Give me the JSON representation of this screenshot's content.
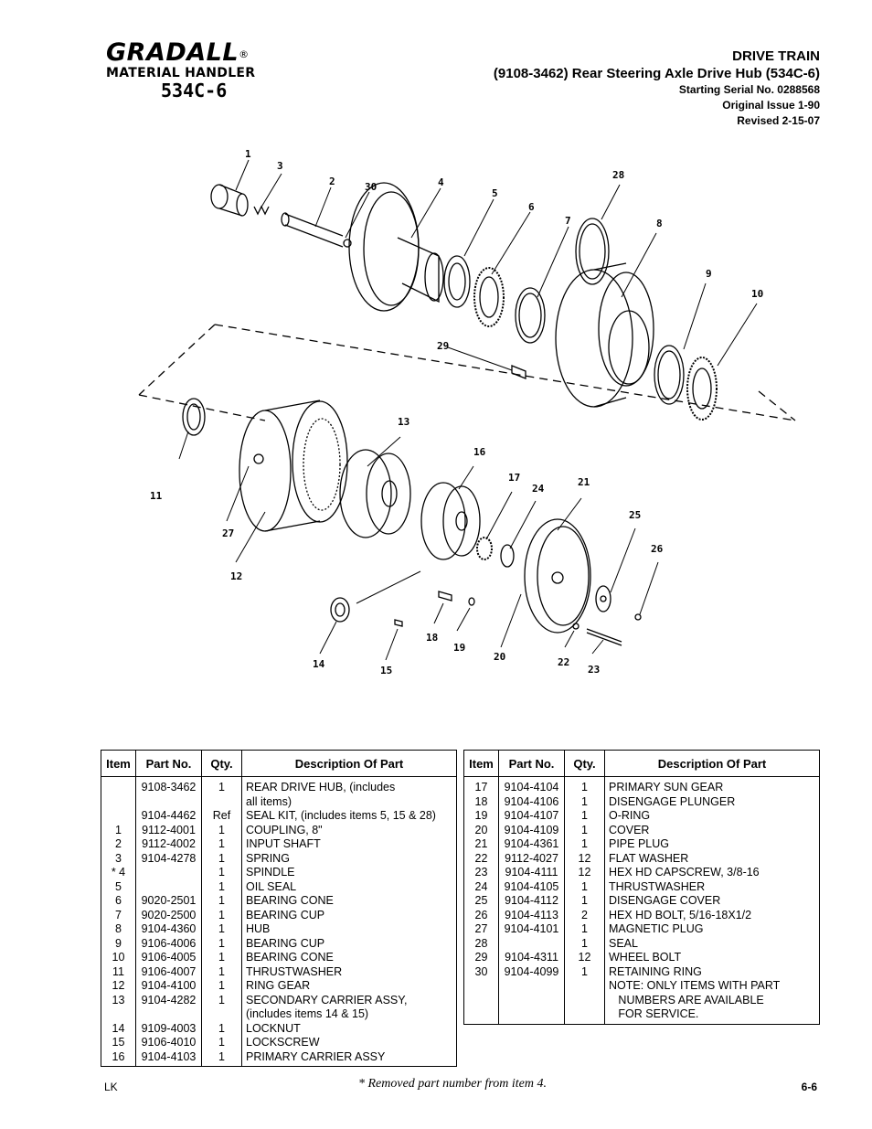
{
  "logo": {
    "brand": "GRADALL",
    "reg": "®",
    "sub": "MATERIAL HANDLER",
    "model": "534C-6"
  },
  "header": {
    "title": "DRIVE TRAIN",
    "subtitle": "(9108-3462)  Rear Steering Axle Drive Hub (534C-6)",
    "serial": "Starting Serial No. 0288568",
    "issue": "Original Issue 1-90",
    "revised": "Revised  2-15-07"
  },
  "table": {
    "headers": {
      "item": "Item",
      "part": "Part No.",
      "qty": "Qty.",
      "desc": "Description Of Part"
    },
    "left_rows": [
      {
        "item": "",
        "part": "9108-3462",
        "qty": "1",
        "desc": "REAR DRIVE HUB, (includes"
      },
      {
        "item": "",
        "part": "",
        "qty": "",
        "desc": "all items)"
      },
      {
        "item": "",
        "part": "9104-4462",
        "qty": "Ref",
        "desc": "SEAL KIT, (includes items 5, 15 & 28)"
      },
      {
        "item": "1",
        "part": "9112-4001",
        "qty": "1",
        "desc": "COUPLING, 8\""
      },
      {
        "item": "2",
        "part": "9112-4002",
        "qty": "1",
        "desc": "INPUT SHAFT"
      },
      {
        "item": "3",
        "part": "9104-4278",
        "qty": "1",
        "desc": "SPRING"
      },
      {
        "item": "* 4",
        "part": "",
        "qty": "1",
        "desc": "SPINDLE"
      },
      {
        "item": "5",
        "part": "",
        "qty": "1",
        "desc": "OIL SEAL"
      },
      {
        "item": "6",
        "part": "9020-2501",
        "qty": "1",
        "desc": "BEARING CONE"
      },
      {
        "item": "7",
        "part": "9020-2500",
        "qty": "1",
        "desc": "BEARING CUP"
      },
      {
        "item": "8",
        "part": "9104-4360",
        "qty": "1",
        "desc": "HUB"
      },
      {
        "item": "9",
        "part": "9106-4006",
        "qty": "1",
        "desc": "BEARING CUP"
      },
      {
        "item": "10",
        "part": "9106-4005",
        "qty": "1",
        "desc": "BEARING CONE"
      },
      {
        "item": "11",
        "part": "9106-4007",
        "qty": "1",
        "desc": "THRUSTWASHER"
      },
      {
        "item": "12",
        "part": "9104-4100",
        "qty": "1",
        "desc": "RING GEAR"
      },
      {
        "item": "13",
        "part": "9104-4282",
        "qty": "1",
        "desc": "SECONDARY CARRIER ASSY,"
      },
      {
        "item": "",
        "part": "",
        "qty": "",
        "desc": "(includes items 14 & 15)"
      },
      {
        "item": "14",
        "part": "9109-4003",
        "qty": "1",
        "desc": "LOCKNUT"
      },
      {
        "item": "15",
        "part": "9106-4010",
        "qty": "1",
        "desc": "LOCKSCREW"
      },
      {
        "item": "16",
        "part": "9104-4103",
        "qty": "1",
        "desc": "PRIMARY CARRIER ASSY"
      }
    ],
    "right_rows": [
      {
        "item": "17",
        "part": "9104-4104",
        "qty": "1",
        "desc": "PRIMARY SUN GEAR"
      },
      {
        "item": "18",
        "part": "9104-4106",
        "qty": "1",
        "desc": "DISENGAGE PLUNGER"
      },
      {
        "item": "19",
        "part": "9104-4107",
        "qty": "1",
        "desc": "O-RING"
      },
      {
        "item": "20",
        "part": "9104-4109",
        "qty": "1",
        "desc": "COVER"
      },
      {
        "item": "21",
        "part": "9104-4361",
        "qty": "1",
        "desc": "PIPE PLUG"
      },
      {
        "item": "22",
        "part": "9112-4027",
        "qty": "12",
        "desc": "FLAT WASHER"
      },
      {
        "item": "23",
        "part": "9104-4111",
        "qty": "12",
        "desc": "HEX HD CAPSCREW, 3/8-16"
      },
      {
        "item": "24",
        "part": "9104-4105",
        "qty": "1",
        "desc": "THRUSTWASHER"
      },
      {
        "item": "25",
        "part": "9104-4112",
        "qty": "1",
        "desc": "DISENGAGE COVER"
      },
      {
        "item": "26",
        "part": "9104-4113",
        "qty": "2",
        "desc": "HEX HD BOLT, 5/16-18X1/2"
      },
      {
        "item": "27",
        "part": "9104-4101",
        "qty": "1",
        "desc": "MAGNETIC PLUG"
      },
      {
        "item": "28",
        "part": "",
        "qty": "1",
        "desc": "SEAL"
      },
      {
        "item": "29",
        "part": "9104-4311",
        "qty": "12",
        "desc": "WHEEL BOLT"
      },
      {
        "item": "30",
        "part": "9104-4099",
        "qty": "1",
        "desc": "RETAINING RING"
      },
      {
        "item": "",
        "part": "",
        "qty": "",
        "desc": ""
      },
      {
        "item": "",
        "part": "",
        "qty": "",
        "desc": ""
      },
      {
        "item": "",
        "part": "",
        "qty": "",
        "desc": ""
      },
      {
        "item": "",
        "part": "",
        "qty": "",
        "desc": "NOTE:  ONLY ITEMS WITH PART"
      },
      {
        "item": "",
        "part": "",
        "qty": "",
        "desc": "   NUMBERS ARE AVAILABLE"
      },
      {
        "item": "",
        "part": "",
        "qty": "",
        "desc": "   FOR SERVICE."
      }
    ]
  },
  "diagram": {
    "callouts": [
      "1",
      "2",
      "3",
      "4",
      "5",
      "6",
      "7",
      "8",
      "9",
      "10",
      "11",
      "12",
      "13",
      "14",
      "15",
      "16",
      "17",
      "18",
      "19",
      "20",
      "21",
      "22",
      "23",
      "24",
      "25",
      "26",
      "27",
      "28",
      "29",
      "30"
    ]
  },
  "footer": {
    "left": "LK",
    "center": "* Removed part number from item 4.",
    "right": "6-6"
  }
}
